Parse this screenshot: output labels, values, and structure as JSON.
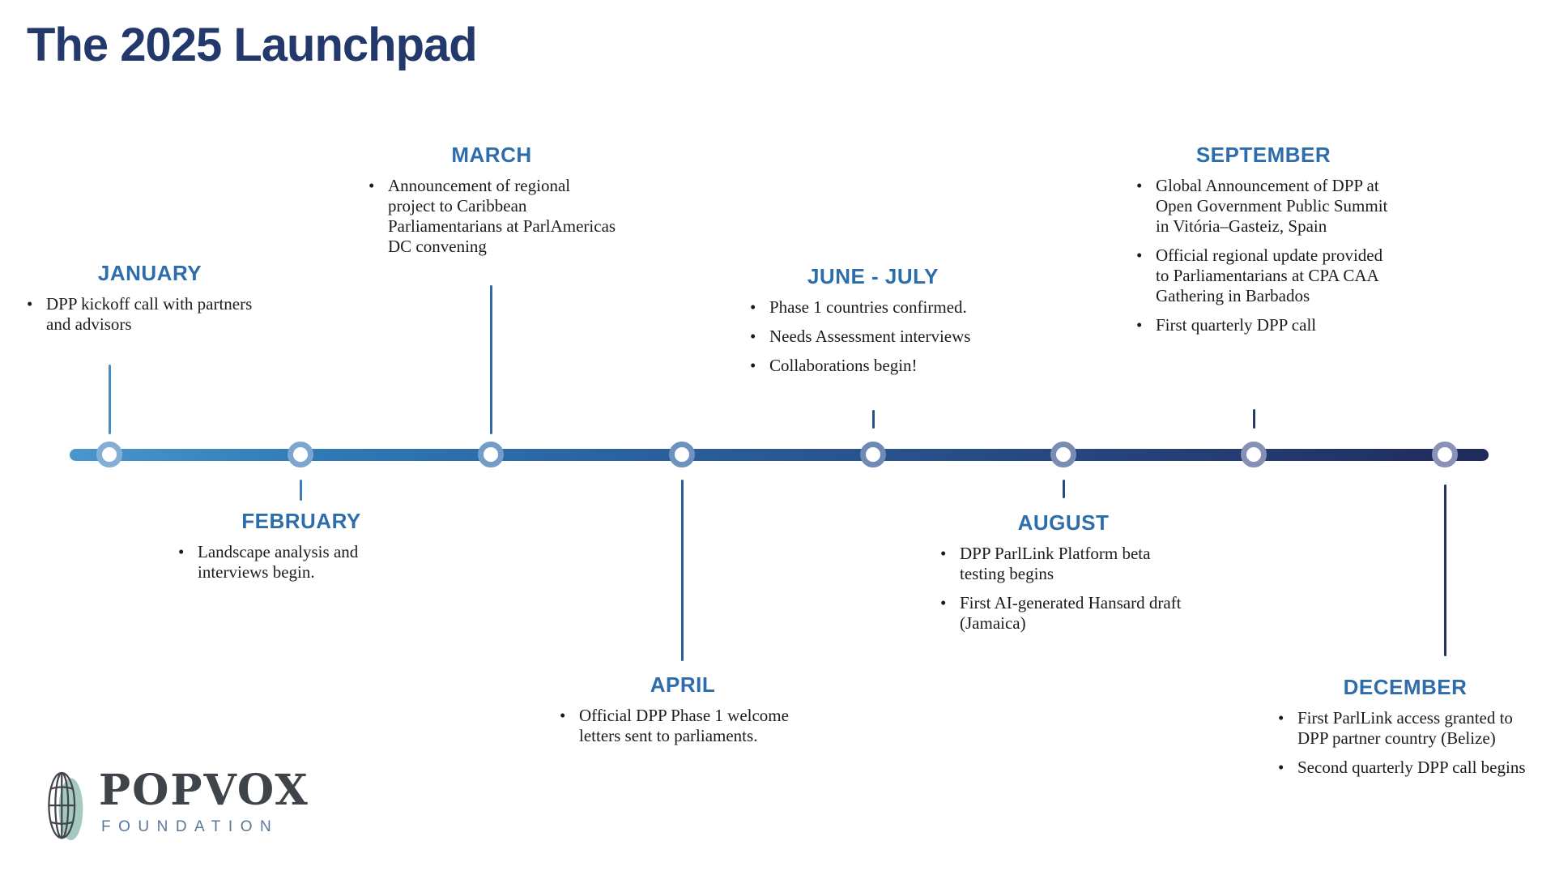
{
  "title": "The 2025 Launchpad",
  "colors": {
    "title_text": "#24396b",
    "month_header": "#2e6dab",
    "body_text": "#1c1c1c",
    "bar_gradient_start": "#4b97cb",
    "bar_gradient_end": "#202b5a",
    "logo_wordmark": "#3f444a",
    "logo_subtitle": "#54799c",
    "logo_globe_teal": "#a5c8c1"
  },
  "timeline": {
    "months": [
      {
        "label": "JANUARY",
        "bullets": [
          "DPP kickoff call with partners and advisors"
        ],
        "stem_color": "#4a8ec1",
        "ring_color": "#84aed5"
      },
      {
        "label": "FEBRUARY",
        "bullets": [
          "Landscape analysis and interviews begin."
        ],
        "stem_color": "#3f7db5",
        "ring_color": "#7da6cf"
      },
      {
        "label": "MARCH",
        "bullets": [
          "Announcement of regional project to Caribbean Parliamentarians at ParlAmericas DC convening"
        ],
        "stem_color": "#33699f",
        "ring_color": "#759cc7"
      },
      {
        "label": "APRIL",
        "bullets": [
          "Official DPP Phase 1 welcome letters sent to parliaments."
        ],
        "stem_color": "#2c5d96",
        "ring_color": "#6e92bf"
      },
      {
        "label": "JUNE - JULY",
        "bullets": [
          "Phase 1 countries confirmed.",
          "Needs Assessment interviews",
          "Collaborations begin!"
        ],
        "stem_color": "#2a5288",
        "ring_color": "#6f8ab4"
      },
      {
        "label": "AUGUST",
        "bullets": [
          "DPP ParlLink Platform beta testing begins",
          "First AI-generated Hansard draft (Jamaica)"
        ],
        "stem_color": "#27497e",
        "ring_color": "#7a8cb3"
      },
      {
        "label": "SEPTEMBER",
        "bullets": [
          "Global Announcement of DPP at Open Government Public Summit in Vitória–Gasteiz, Spain",
          "Official regional update provided to Parliamentarians at CPA CAA Gathering in Barbados",
          "First quarterly DPP call"
        ],
        "stem_color": "#243a6c",
        "ring_color": "#8690b4"
      },
      {
        "label": "DECEMBER",
        "bullets": [
          "First ParlLink access granted to DPP partner country (Belize)",
          "Second quarterly DPP call begins"
        ],
        "stem_color": "#223361",
        "ring_color": "#8b92b6"
      }
    ]
  },
  "logo": {
    "wordmark": "POPVOX",
    "subtitle": "FOUNDATION"
  }
}
